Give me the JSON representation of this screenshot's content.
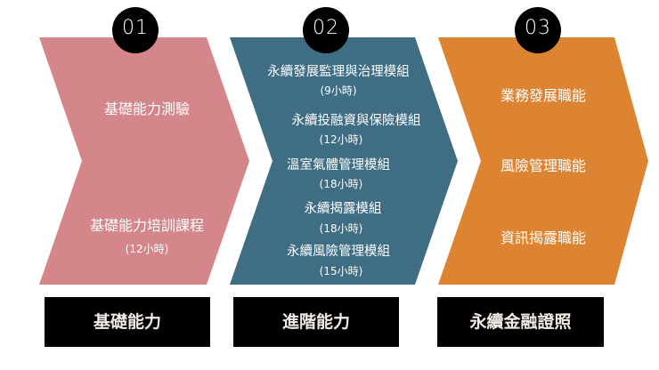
{
  "colors": {
    "stage1": "#d4868b",
    "stage2": "#3f6d84",
    "stage3": "#dd8432",
    "badge": "#000000",
    "label_bg": "#000000"
  },
  "stages": [
    {
      "number": "01",
      "items": [
        {
          "title": "基礎能力測驗"
        },
        {
          "title": "基礎能力培訓課程",
          "hours": "(12小時)"
        }
      ],
      "label": "基礎能力"
    },
    {
      "number": "02",
      "items": [
        {
          "title": "永續發展監理與治理模組",
          "hours": "(9小時)"
        },
        {
          "title": "永續投融資與保險模組",
          "hours": "(12小時)"
        },
        {
          "title": "溫室氣體管理模組",
          "hours": "(18小時)"
        },
        {
          "title": "永續揭露模組",
          "hours": "(18小時)"
        },
        {
          "title": "永續風險管理模組",
          "hours": "(15小時)"
        }
      ],
      "label": "進階能力"
    },
    {
      "number": "03",
      "items": [
        {
          "title": "業務發展職能"
        },
        {
          "title": "風險管理職能"
        },
        {
          "title": "資訊揭露職能"
        }
      ],
      "label": "永續金融證照"
    }
  ]
}
